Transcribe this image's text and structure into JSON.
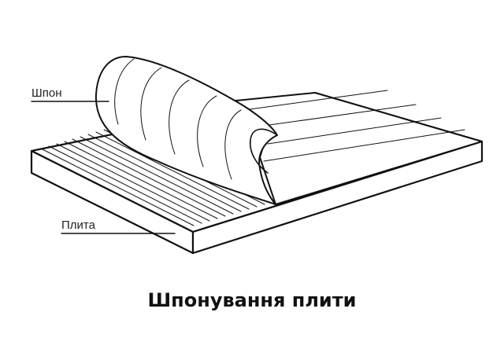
{
  "labels": {
    "veneer": "Шпон",
    "board": "Плита"
  },
  "caption": "Шпонування плити"
}
